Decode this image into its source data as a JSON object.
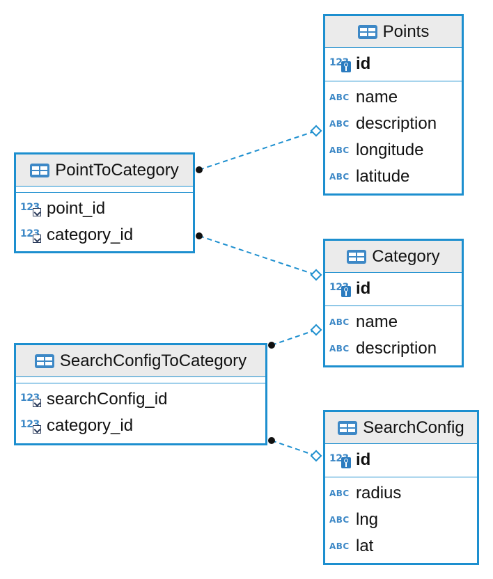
{
  "colors": {
    "border": "#1d8fcf",
    "header_bg": "#ebebeb",
    "type_icon": "#3d88c6",
    "connector": "#1d8fcf"
  },
  "entities": {
    "points": {
      "title": "Points",
      "pk": [
        {
          "name": "id",
          "type": "123"
        }
      ],
      "fields": [
        {
          "name": "name",
          "type": "ABC"
        },
        {
          "name": "description",
          "type": "ABC"
        },
        {
          "name": "longitude",
          "type": "ABC"
        },
        {
          "name": "latitude",
          "type": "ABC"
        }
      ]
    },
    "point_to_category": {
      "title": "PointToCategory",
      "fields": [
        {
          "name": "point_id",
          "type": "123"
        },
        {
          "name": "category_id",
          "type": "123"
        }
      ]
    },
    "category": {
      "title": "Category",
      "pk": [
        {
          "name": "id",
          "type": "123"
        }
      ],
      "fields": [
        {
          "name": "name",
          "type": "ABC"
        },
        {
          "name": "description",
          "type": "ABC"
        }
      ]
    },
    "search_config_to_category": {
      "title": "SearchConfigToCategory",
      "fields": [
        {
          "name": "searchConfig_id",
          "type": "123"
        },
        {
          "name": "category_id",
          "type": "123"
        }
      ]
    },
    "search_config": {
      "title": "SearchConfig",
      "pk": [
        {
          "name": "id",
          "type": "123"
        }
      ],
      "fields": [
        {
          "name": "radius",
          "type": "ABC"
        },
        {
          "name": "lng",
          "type": "ABC"
        },
        {
          "name": "lat",
          "type": "ABC"
        }
      ]
    }
  },
  "relationships": [
    {
      "from": "PointToCategory",
      "to": "Points"
    },
    {
      "from": "PointToCategory",
      "to": "Category"
    },
    {
      "from": "SearchConfigToCategory",
      "to": "Category"
    },
    {
      "from": "SearchConfigToCategory",
      "to": "SearchConfig"
    }
  ]
}
